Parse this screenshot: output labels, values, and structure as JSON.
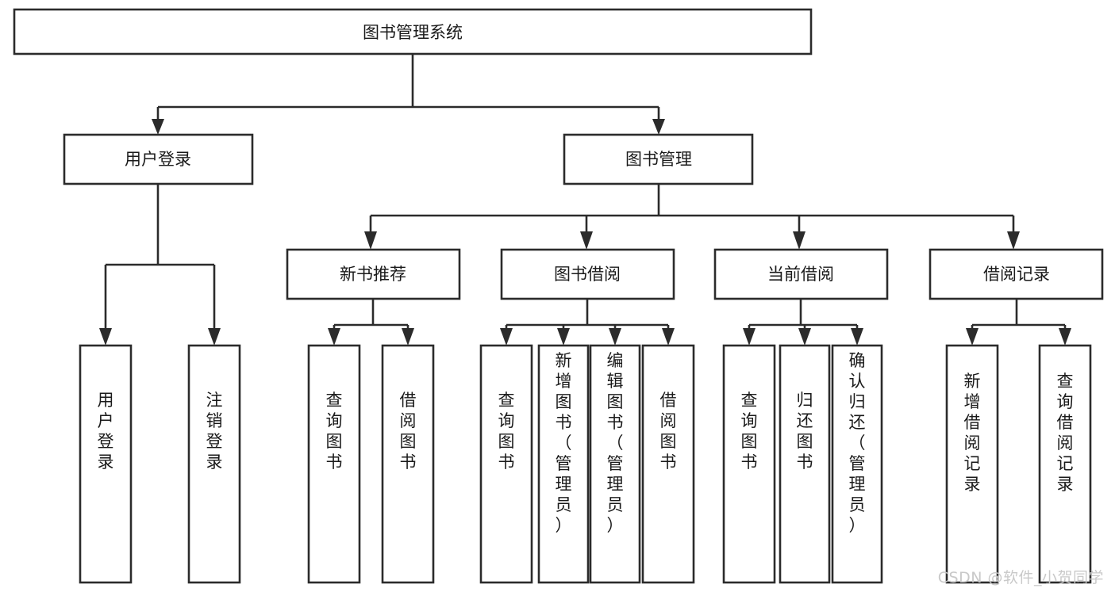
{
  "diagram": {
    "type": "tree-hierarchy",
    "title": "图书管理系统",
    "orientation": "top-down",
    "colors": {
      "stroke": "#2b2b2b",
      "fill": "#ffffff",
      "text": "#1a1a1a",
      "watermark": "#c9c9c9",
      "background": "#ffffff"
    },
    "root": {
      "label": "图书管理系统"
    },
    "level2": [
      {
        "label": "用户登录"
      },
      {
        "label": "图书管理"
      }
    ],
    "level3": [
      {
        "label": "新书推荐"
      },
      {
        "label": "图书借阅"
      },
      {
        "label": "当前借阅"
      },
      {
        "label": "借阅记录"
      }
    ],
    "leaves_user_login": [
      {
        "label": "用户登录"
      },
      {
        "label": "注销登录"
      }
    ],
    "leaves_new_books": [
      {
        "label": "查询图书"
      },
      {
        "label": "借阅图书"
      }
    ],
    "leaves_borrow": [
      {
        "label": "查询图书"
      },
      {
        "label": "新增图书（管理员）"
      },
      {
        "label": "编辑图书（管理员）"
      },
      {
        "label": "借阅图书"
      }
    ],
    "leaves_current": [
      {
        "label": "查询图书"
      },
      {
        "label": "归还图书"
      },
      {
        "label": "确认归还（管理员）"
      }
    ],
    "leaves_records": [
      {
        "label": "新增借阅记录"
      },
      {
        "label": "查询借阅记录"
      }
    ]
  },
  "watermark": {
    "text": "CSDN @软件_小贺同学"
  }
}
